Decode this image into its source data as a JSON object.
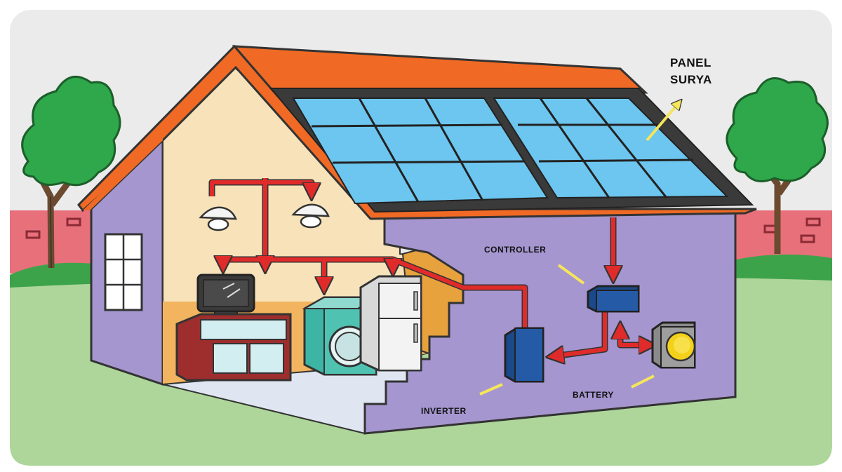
{
  "labels": {
    "panel_line1": "PANEL",
    "panel_line2": "SURYA",
    "controller": "CONTROLLER",
    "battery": "BATTERY",
    "inverter": "INVERTER"
  },
  "colors": {
    "sky": "#ebebeb",
    "grass": "#aed69a",
    "wall_fence": "#e8707a",
    "tree": "#2ea84a",
    "trunk": "#6b4a2f",
    "roof": "#f06a25",
    "solar_cell": "#6cc6ef",
    "house_side": "#a596cf",
    "house_inner_wall": "#f7e2b9",
    "wire": "#e02b2b",
    "pointer": "#f5e65a"
  },
  "icons": [
    "tree-icon",
    "window-icon",
    "lamp-icon",
    "tv-icon",
    "cabinet-icon",
    "washing-machine-icon",
    "refrigerator-icon",
    "inverter-icon",
    "controller-icon",
    "battery-icon",
    "solar-panel-icon"
  ]
}
